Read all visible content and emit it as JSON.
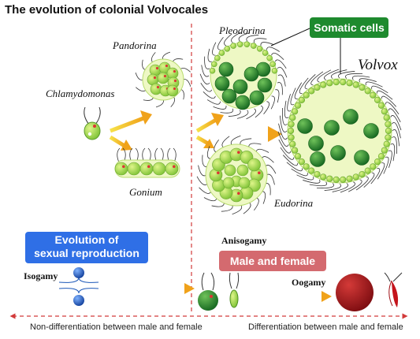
{
  "title": "The evolution of colonial Volvocales",
  "organisms": {
    "pandorina": "Pandorina",
    "chlamydomonas": "Chlamydomonas",
    "gonium": "Gonium",
    "pleodorina": "Pleodorina",
    "volvox": "Volvox",
    "eudorina": "Eudorina"
  },
  "labels": {
    "somatic_cells": "Somatic cells",
    "evolution_sexual_line1": "Evolution of",
    "evolution_sexual_line2": "sexual reproduction",
    "isogamy": "Isogamy",
    "anisogamy": "Anisogamy",
    "male_and_female": "Male and female",
    "oogamy": "Oogamy",
    "non_differentiation": "Non-differentiation between male and female",
    "differentiation": "Differentiation between male and female"
  },
  "colors": {
    "cell_green": "#2e8b3a",
    "colony_fill": "#e6f5b3",
    "arrow_orange": "#f0a21a",
    "divider_red": "#d23a3a",
    "somatic_box": "#1e8a2e",
    "sexual_box": "#2f6fe6",
    "male_female_box": "#d46a6f",
    "egg_red": "#a8141a",
    "gamete_blue": "#1b57b8"
  }
}
